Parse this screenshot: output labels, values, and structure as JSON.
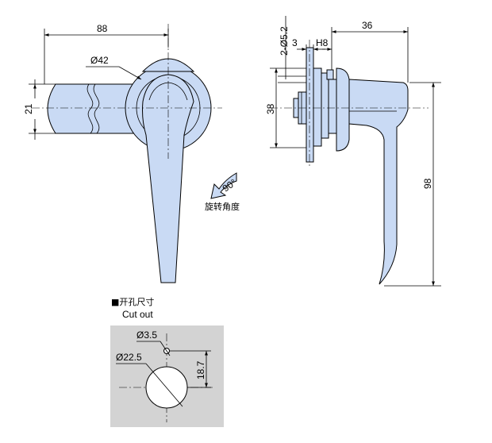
{
  "front_view": {
    "dim_width": "88",
    "dim_diameter": "Ø42",
    "dim_height": "21"
  },
  "rotation": {
    "angle": "90°",
    "label": "旋转角度"
  },
  "side_view": {
    "dim_holes": "2-Ø5.2",
    "dim_3": "3",
    "dim_h8": "H8",
    "dim_36": "36",
    "dim_38": "38",
    "dim_98": "98"
  },
  "cutout": {
    "title_cn": "■开孔尺寸",
    "title_en": "Cut out",
    "dim_small_hole": "Ø3.5",
    "dim_large_hole": "Ø22.5",
    "dim_offset": "18.7"
  },
  "colors": {
    "part_fill": "#c9daf4",
    "panel_fill": "#d3d3d3"
  }
}
